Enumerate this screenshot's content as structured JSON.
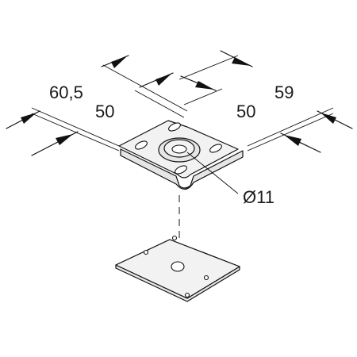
{
  "dimensions": {
    "depth_outer": "60,5",
    "depth_inner": "50",
    "width_inner": "50",
    "width_outer": "59",
    "hole_diameter": "Ø11"
  },
  "colors": {
    "line": "#111111",
    "plate_fill": "#e6e6e6",
    "plate_top_fill": "#f2f2f2",
    "background": "#ffffff"
  }
}
